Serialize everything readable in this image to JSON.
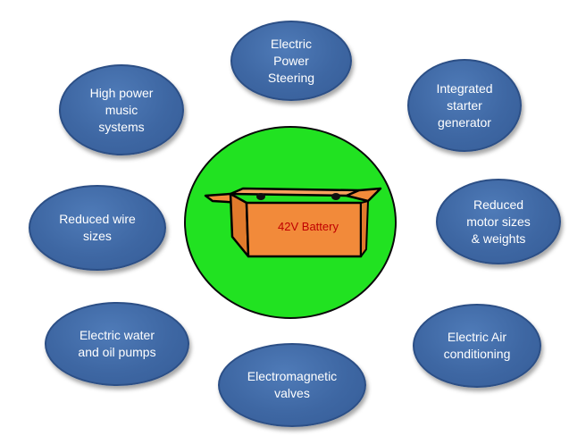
{
  "center": {
    "label": "42V Battery"
  },
  "colors": {
    "bubble_fill": "#3e67a3",
    "bubble_border": "#2c4f86",
    "center_fill": "#21e221",
    "battery_fill": "#f28a3a",
    "battery_label": "#c00000"
  },
  "bubbles": {
    "power_steering": "Electric\nPower\nSteering",
    "starter_generator": "Integrated\nstarter\ngenerator",
    "motor_sizes": "Reduced\nmotor sizes\n& weights",
    "air_conditioning": "Electric Air\nconditioning",
    "em_valves": "Electromagnetic\nvalves",
    "water_oil_pumps": "Electric water\nand oil pumps",
    "wire_sizes": "Reduced wire\nsizes",
    "music_systems": "High power\nmusic\nsystems"
  },
  "icons": {
    "battery": "battery-icon"
  }
}
